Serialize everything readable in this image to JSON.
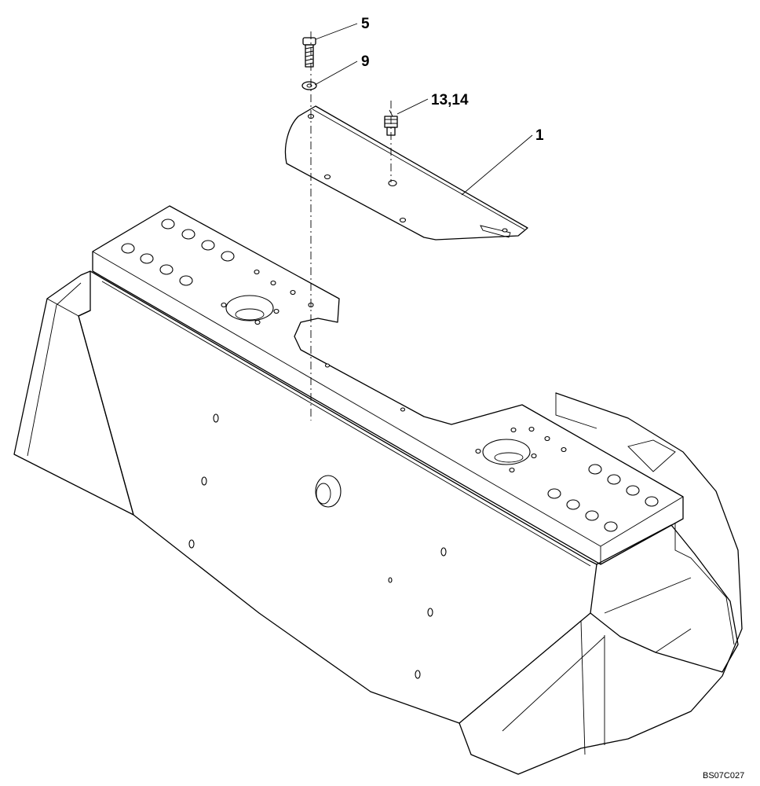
{
  "callouts": {
    "bolt": "5",
    "washer": "9",
    "fitting": "13,14",
    "plate": "1"
  },
  "figure_code": "BS07C027"
}
